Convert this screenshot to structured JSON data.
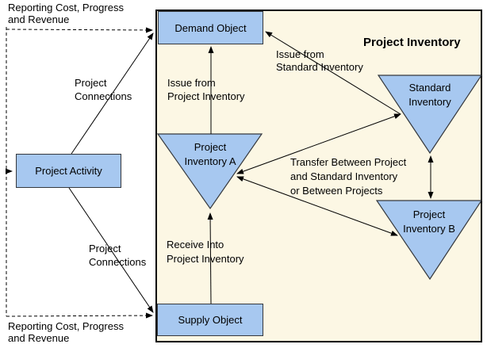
{
  "diagram": {
    "title": "Project Inventory",
    "nodes": {
      "demand_object": "Demand Object",
      "supply_object": "Supply Object",
      "project_activity": "Project Activity",
      "standard_inventory": "Standard\nInventory",
      "project_inventory_a": "Project\nInventory A",
      "project_inventory_b": "Project\nInventory B"
    },
    "labels": {
      "reporting_top": "Reporting Cost, Progress\nand Revenue",
      "reporting_bottom": "Reporting Cost, Progress\nand Revenue",
      "project_connections_top": "Project\nConnections",
      "project_connections_bottom": "Project\nConnections",
      "issue_from_project": "Issue from\nProject Inventory",
      "issue_from_standard": "Issue from\nStandard Inventory",
      "transfer": "Transfer Between Project\nand Standard Inventory\nor Between Projects",
      "receive_into": "Receive Into\nProject Inventory"
    },
    "colors": {
      "node_fill": "#a7c8f0",
      "node_border": "#35383d",
      "region_fill": "#fcf7e4",
      "line": "#000000"
    }
  }
}
